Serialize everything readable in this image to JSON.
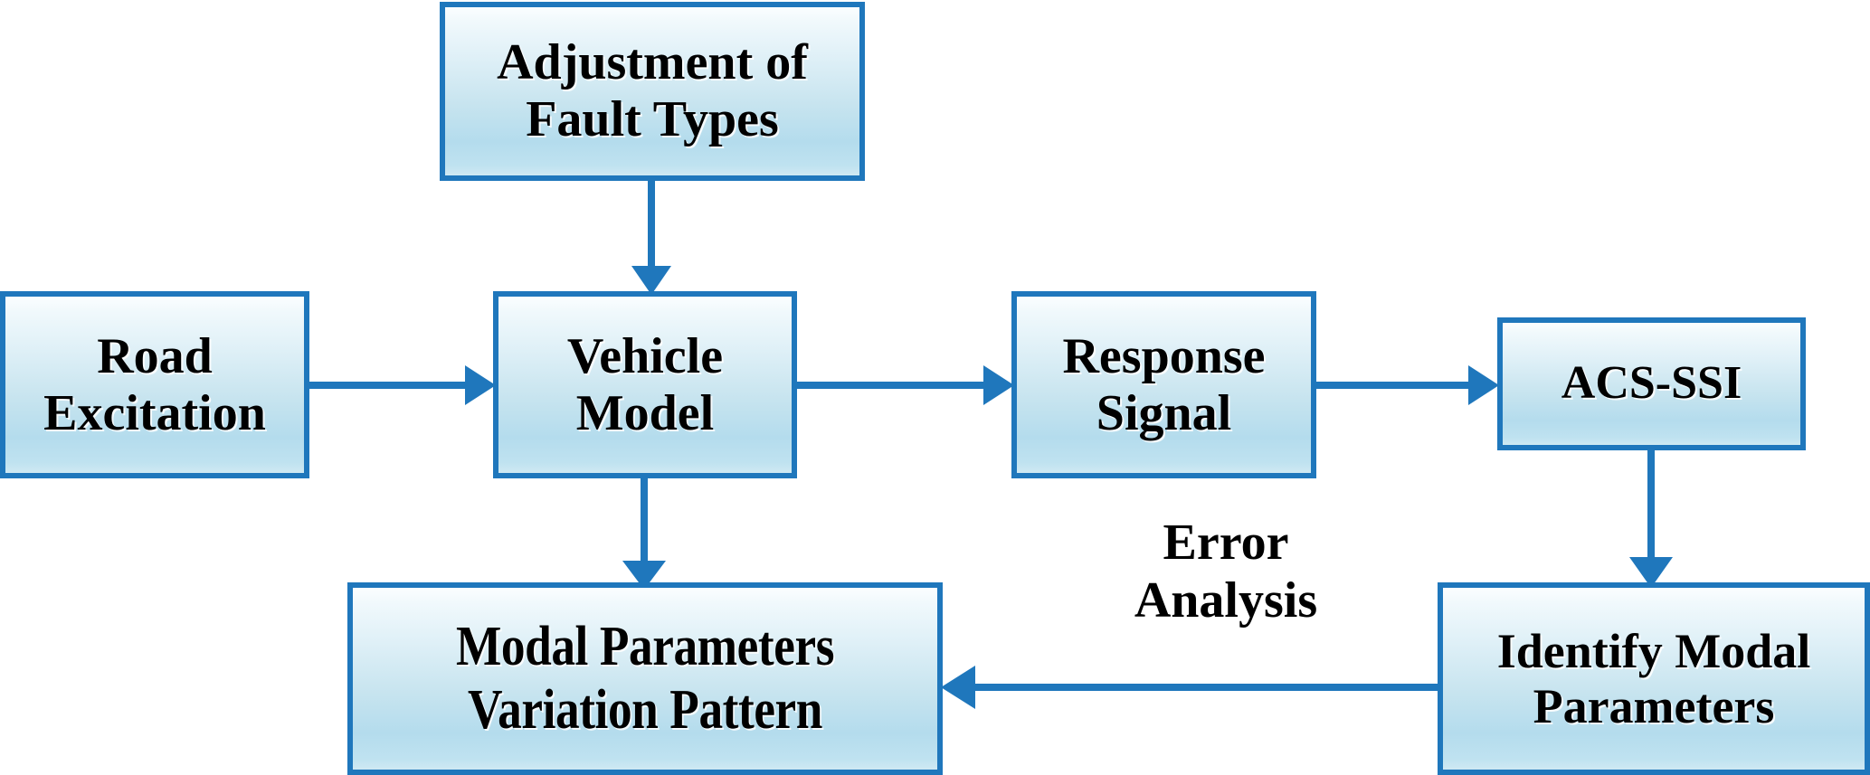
{
  "diagram": {
    "title": "Vehicle modal parameter identification flowchart",
    "accent_color": "#1f77bc",
    "box_fill_top": "#fbfeff",
    "box_fill_bottom": "#b4dced",
    "text_color": "#000000",
    "background": "#ffffff"
  },
  "nodes": {
    "adjustment": {
      "label": "Adjustment of\nFault Types"
    },
    "road": {
      "label": "Road\nExcitation"
    },
    "vehicle": {
      "label": "Vehicle\nModel"
    },
    "response": {
      "label": "Response\nSignal"
    },
    "acsssi": {
      "label": "ACS-SSI"
    },
    "identify": {
      "label": "Identify  Modal\nParameters"
    },
    "pattern": {
      "label": "Modal Parameters\nVariation Pattern"
    }
  },
  "labels": {
    "error_analysis": "Error\nAnalysis"
  },
  "edges": [
    {
      "id": "adjustment-to-vehicle",
      "from": "adjustment",
      "to": "vehicle",
      "direction": "down"
    },
    {
      "id": "road-to-vehicle",
      "from": "road",
      "to": "vehicle",
      "direction": "right"
    },
    {
      "id": "vehicle-to-response",
      "from": "vehicle",
      "to": "response",
      "direction": "right"
    },
    {
      "id": "response-to-acsssi",
      "from": "response",
      "to": "acsssi",
      "direction": "right"
    },
    {
      "id": "acsssi-to-identify",
      "from": "acsssi",
      "to": "identify",
      "direction": "down"
    },
    {
      "id": "identify-to-pattern",
      "from": "identify",
      "to": "pattern",
      "direction": "left",
      "label": "Error Analysis"
    },
    {
      "id": "vehicle-to-pattern",
      "from": "vehicle",
      "to": "pattern",
      "direction": "down"
    }
  ]
}
